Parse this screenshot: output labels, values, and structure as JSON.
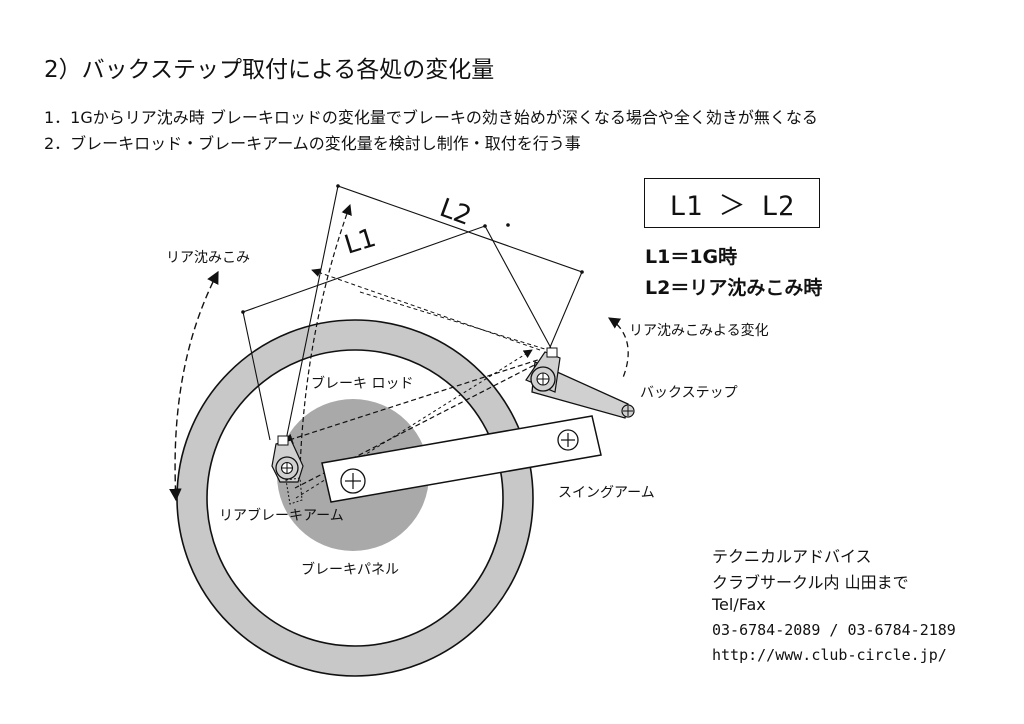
{
  "heading": "2）バックステップ取付による各処の変化量",
  "notes": [
    "1．1Gからリア沈み時 ブレーキロッドの変化量でブレーキの効き始めが深くなる場合や全く効きが無くなる",
    "2．ブレーキロッド・ブレーキアームの変化量を検討し制作・取付を行う事"
  ],
  "comparison": "L1 ＞ L2",
  "definitions": [
    "L1＝1G時",
    "L2＝リア沈みこみ時"
  ],
  "labels": {
    "l1": "L1",
    "l2": "L2",
    "rear_sink": "リア沈みこみ",
    "rear_sink_change": "リア沈みこみよる変化",
    "brake_rod": "ブレーキ ロッド",
    "back_step": "バックステップ",
    "swing_arm": "スイングアーム",
    "rear_brake_arm": "リアブレーキアーム",
    "brake_panel": "ブレーキパネル"
  },
  "contact": {
    "line1": "テクニカルアドバイス",
    "line2": "クラブサークル内 山田まで",
    "line3": "Tel/Fax",
    "phone": "03-6784-2089 / 03-6784-2189",
    "url": "http://www.club-circle.jp/"
  }
}
